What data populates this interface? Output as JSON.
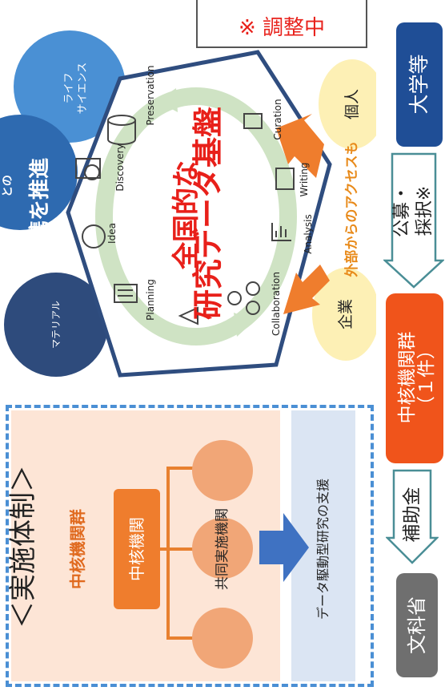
{
  "status_note": "※ 調整中",
  "mext": "文科省",
  "subsidy": "補助金",
  "core_group_line1": "中核機関群",
  "core_group_line2": "（１件）",
  "recruit_line1": "公募・",
  "recruit_line2": "採択※",
  "university": "大学等",
  "system": {
    "title": "＜実施体制＞",
    "subtitle": "中核機関群",
    "core": "中核機関",
    "partners": "共同実施機関",
    "support": "データ駆動型研究の支援"
  },
  "fields": {
    "material": "マテリアル",
    "life_l1": "ライフ",
    "life_l2": "サイエンス",
    "promote_small": "との",
    "promote": "連携を推進"
  },
  "platform_l1": "全国的な",
  "platform_l2": "研究データ基盤",
  "cycle": [
    "Planning",
    "Idea",
    "Discovery",
    "Preservation",
    "Curation",
    "Writing",
    "Analysis",
    "Collaboration"
  ],
  "actors": {
    "company": "企業",
    "individual": "個人",
    "external": "外部からのアクセスも"
  },
  "colors": {
    "mext": "#6f6f6f",
    "core_group": "#f0541b",
    "university": "#1f4e96",
    "navy": "#2f4d7f",
    "orange": "#ef7d2d",
    "red": "#e8201a"
  }
}
